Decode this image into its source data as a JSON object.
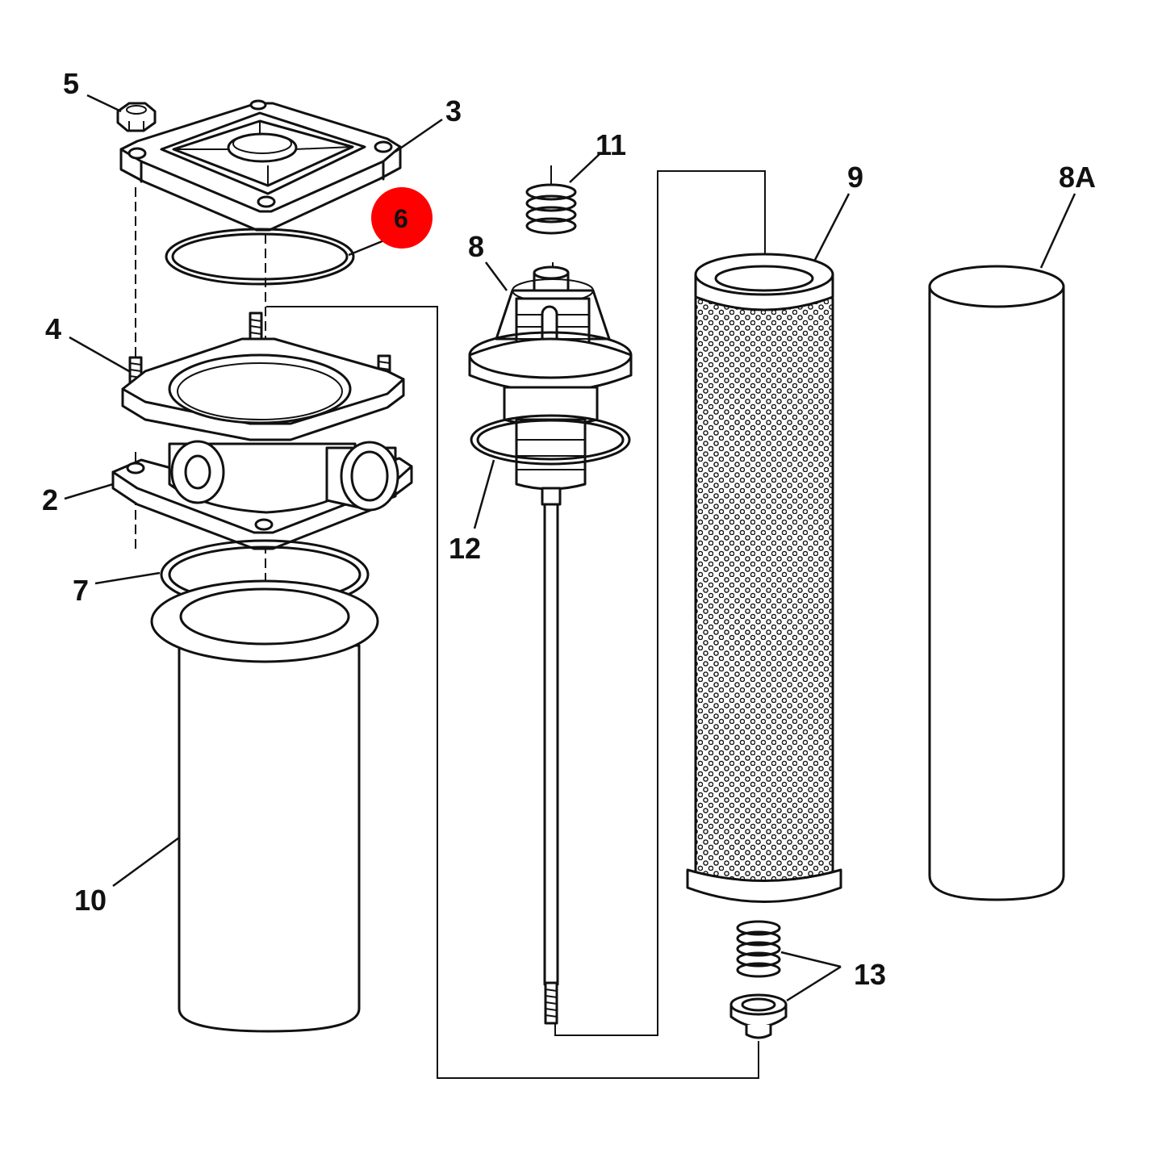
{
  "callouts": {
    "c5": "5",
    "c3": "3",
    "c6": "6",
    "c4": "4",
    "c2": "2",
    "c7": "7",
    "c10": "10",
    "c11": "11",
    "c8": "8",
    "c12": "12",
    "c9": "9",
    "c8a": "8A",
    "c13": "13"
  },
  "highlight": {
    "part": "6",
    "color": "#ff0000"
  }
}
